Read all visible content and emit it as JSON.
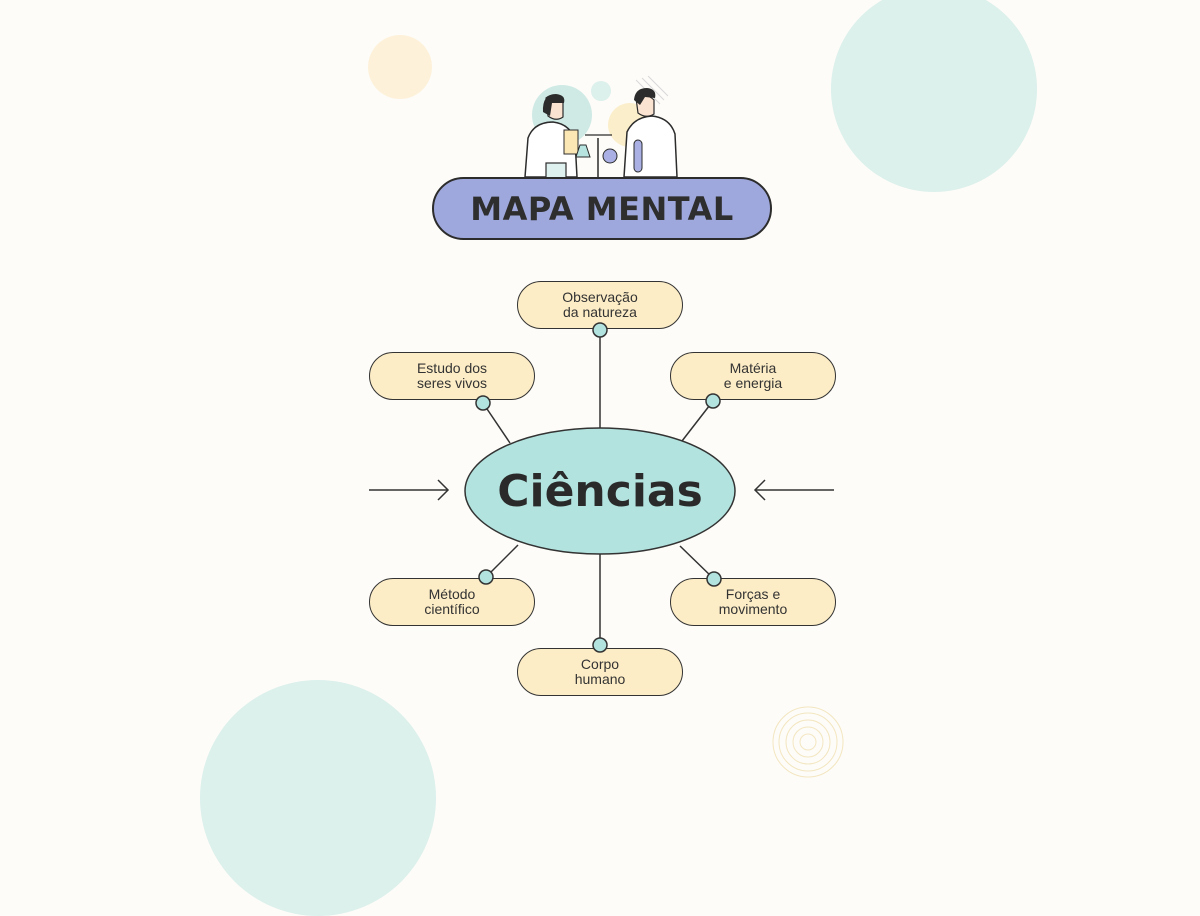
{
  "header": {
    "title": "MAPA MENTAL"
  },
  "central_topic": "Ciências",
  "branches": [
    {
      "id": "top",
      "label": "Observação\nda natureza"
    },
    {
      "id": "top-left",
      "label": "Estudo dos\nseres vivos"
    },
    {
      "id": "top-right",
      "label": "Matéria\ne energia"
    },
    {
      "id": "bottom-left",
      "label": "Método\ncientífico"
    },
    {
      "id": "bottom-right",
      "label": "Forças e\nmovimento"
    },
    {
      "id": "bottom",
      "label": "Corpo\nhumano"
    }
  ],
  "colors": {
    "background": "#fdfcf8",
    "title_pill": "#9fa8dc",
    "central_node": "#b2e3df",
    "branch_node": "#fdedc6",
    "connector_dot": "#b2e3df",
    "decor_bubble": "#dcf0ec"
  }
}
